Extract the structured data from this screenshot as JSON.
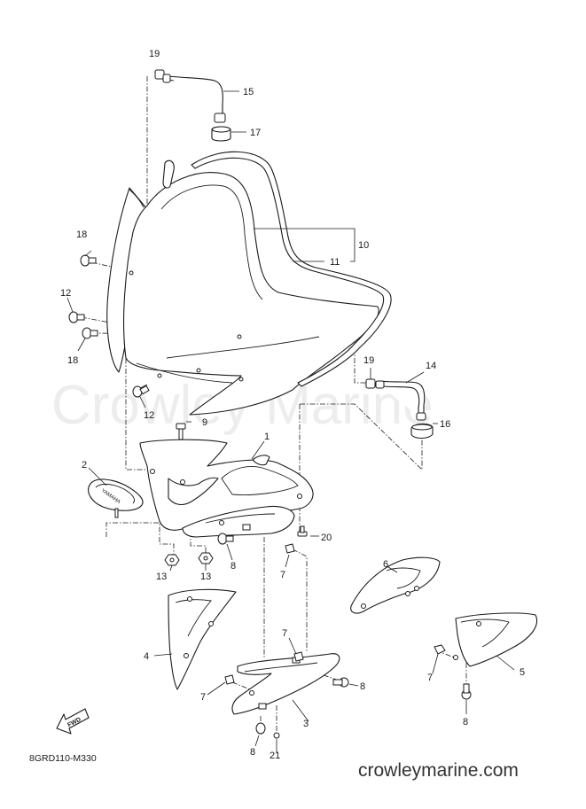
{
  "watermark_text": "Crowley Marine",
  "site_url": "crowleymarine.com",
  "diagram_code": "8GRD110-M330",
  "fwd_label": "FWD",
  "badge_text": "YAMAHA",
  "callouts": {
    "c1": "1",
    "c2": "2",
    "c3": "3",
    "c4": "4",
    "c5": "5",
    "c6": "6",
    "c7a": "7",
    "c7b": "7",
    "c7c": "7",
    "c7d": "7",
    "c8a": "8",
    "c8b": "8",
    "c8c": "8",
    "c8d": "8",
    "c9": "9",
    "c10": "10",
    "c11": "11",
    "c12a": "12",
    "c12b": "12",
    "c13a": "13",
    "c13b": "13",
    "c14": "14",
    "c15": "15",
    "c16": "16",
    "c17": "17",
    "c18a": "18",
    "c18b": "18",
    "c19a": "19",
    "c19b": "19",
    "c20": "20",
    "c21": "21"
  }
}
